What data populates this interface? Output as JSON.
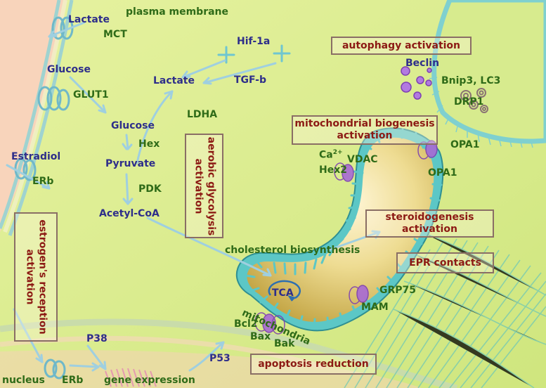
{
  "labels": {
    "plasma_membrane": "plasma membrane",
    "lactate_out": "Lactate",
    "mct": "MCT",
    "glucose_out": "Glucose",
    "glut1": "GLUT1",
    "glucose_in": "Glucose",
    "hex": "Hex",
    "pyruvate": "Pyruvate",
    "pdk": "PDK",
    "acetyl_coa": "Acetyl-CoA",
    "lactate_in": "Lactate",
    "ldha": "LDHA",
    "hif1a": "Hif-1a",
    "tgfb": "TGF-b",
    "estradiol": "Estradiol",
    "erb_membrane": "ERb",
    "beclin": "Beclin",
    "bnip3_lc3": "Bnip3, LC3",
    "drp1": "DRP1",
    "opa1_top": "OPA1",
    "opa1_mid": "OPA1",
    "ca": "Ca",
    "ca_sup": "2+",
    "vdac": "VDAC",
    "hex2": "Hex2",
    "cholesterol": "cholesterol biosynthesis",
    "tca": "TCA",
    "mitochondria": "mitochondria",
    "grp75": "GRP75",
    "mam": "MAM",
    "bcl2": "Bcl2",
    "bax": "Bax",
    "bak": "Bak",
    "p38": "P38",
    "p53": "P53",
    "nucleus": "nucleus",
    "erb_nucleus": "ERb",
    "gene_expression": "gene expression"
  },
  "boxes": {
    "autophagy": "autophagy activation",
    "mito_biogenesis_1": "mitochondrial biogenesis",
    "mito_biogenesis_2": "activation",
    "aerobic_1": "aerobic glycolysis",
    "aerobic_2": "activation",
    "steroid_1": "steroidogenesis",
    "steroid_2": "activation",
    "epr": "EPR contacts",
    "estrogen_1": "estrogen's reception",
    "estrogen_2": "activation",
    "apoptosis": "apoptosis reduction"
  },
  "colors": {
    "cytoplasm": "#d9ec8c",
    "outside": "#f7cdb1",
    "membrane": "#a7d8d8",
    "mito_outer": "#5fc6c6",
    "mito_inner": "#e2c964",
    "box_border": "#8a6e65",
    "box_text": "#8c1a14",
    "green_text": "#2f6b18",
    "blue_text": "#2e2e8a",
    "purple": "#a86ad4"
  }
}
